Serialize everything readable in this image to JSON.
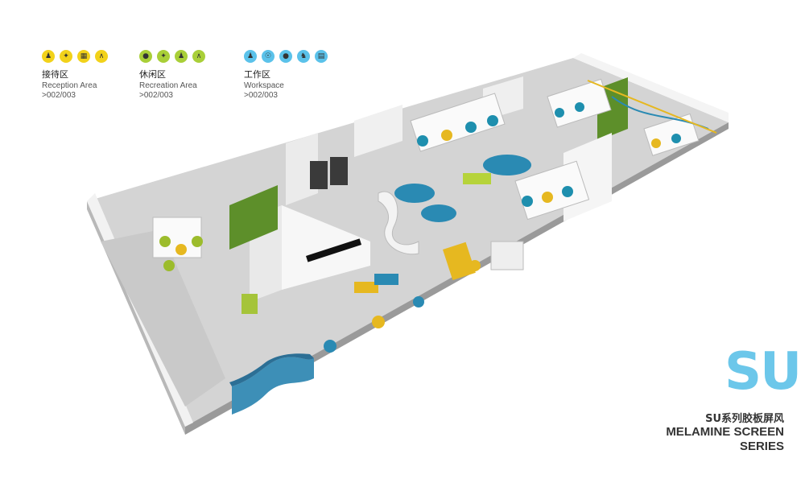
{
  "legend": [
    {
      "zh": "接待区",
      "en": "Reception Area",
      "code": ">002/003",
      "color": "#f2d21a",
      "icons": [
        "people-icon",
        "handshake-icon",
        "briefcase-icon",
        "hanger-icon"
      ]
    },
    {
      "zh": "休闲区",
      "en": "Recreation Area",
      "code": ">002/003",
      "color": "#a9cf38",
      "icons": [
        "bulb-icon",
        "gathering-icon",
        "people-icon",
        "hanger-icon"
      ]
    },
    {
      "zh": "工作区",
      "en": "Workspace",
      "code": ">002/003",
      "color": "#5bc2ea",
      "icons": [
        "person-icon",
        "headset-icon",
        "meeting-icon",
        "person-desk-icon",
        "printer-icon"
      ]
    }
  ],
  "brand": {
    "mark": "SU",
    "series_zh": "SU系列胶板屏风",
    "series_en_line1": "MELAMINE SCREEN",
    "series_en_line2": "SERIES",
    "accent": "#6cc7ea"
  }
}
